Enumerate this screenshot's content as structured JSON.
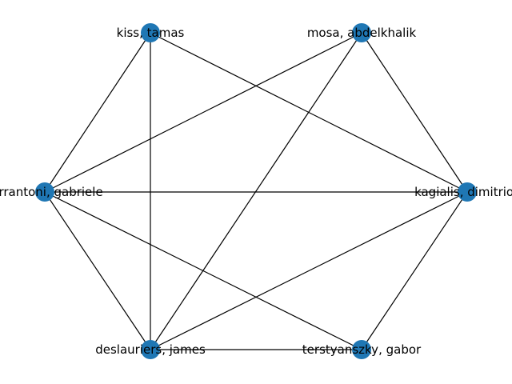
{
  "graph": {
    "node_color": "#1f77b4",
    "edge_color": "#000000",
    "nodes": [
      {
        "id": "kiss",
        "label": "kiss, tamas"
      },
      {
        "id": "mosa",
        "label": "mosa, abdelkhalik"
      },
      {
        "id": "kagialis",
        "label": "kagialis, dimitrios"
      },
      {
        "id": "terstyanszky",
        "label": "terstyanszky, gabor"
      },
      {
        "id": "deslauriers",
        "label": "deslauriers, james"
      },
      {
        "id": "terrantoni",
        "label": "terrantoni, gabriele"
      }
    ],
    "edges": [
      [
        "kiss",
        "terrantoni"
      ],
      [
        "kiss",
        "deslauriers"
      ],
      [
        "kiss",
        "kagialis"
      ],
      [
        "mosa",
        "terrantoni"
      ],
      [
        "mosa",
        "deslauriers"
      ],
      [
        "mosa",
        "kagialis"
      ],
      [
        "terrantoni",
        "kagialis"
      ],
      [
        "terrantoni",
        "deslauriers"
      ],
      [
        "terrantoni",
        "terstyanszky"
      ],
      [
        "deslauriers",
        "kagialis"
      ],
      [
        "deslauriers",
        "terstyanszky"
      ],
      [
        "kagialis",
        "terstyanszky"
      ]
    ]
  }
}
